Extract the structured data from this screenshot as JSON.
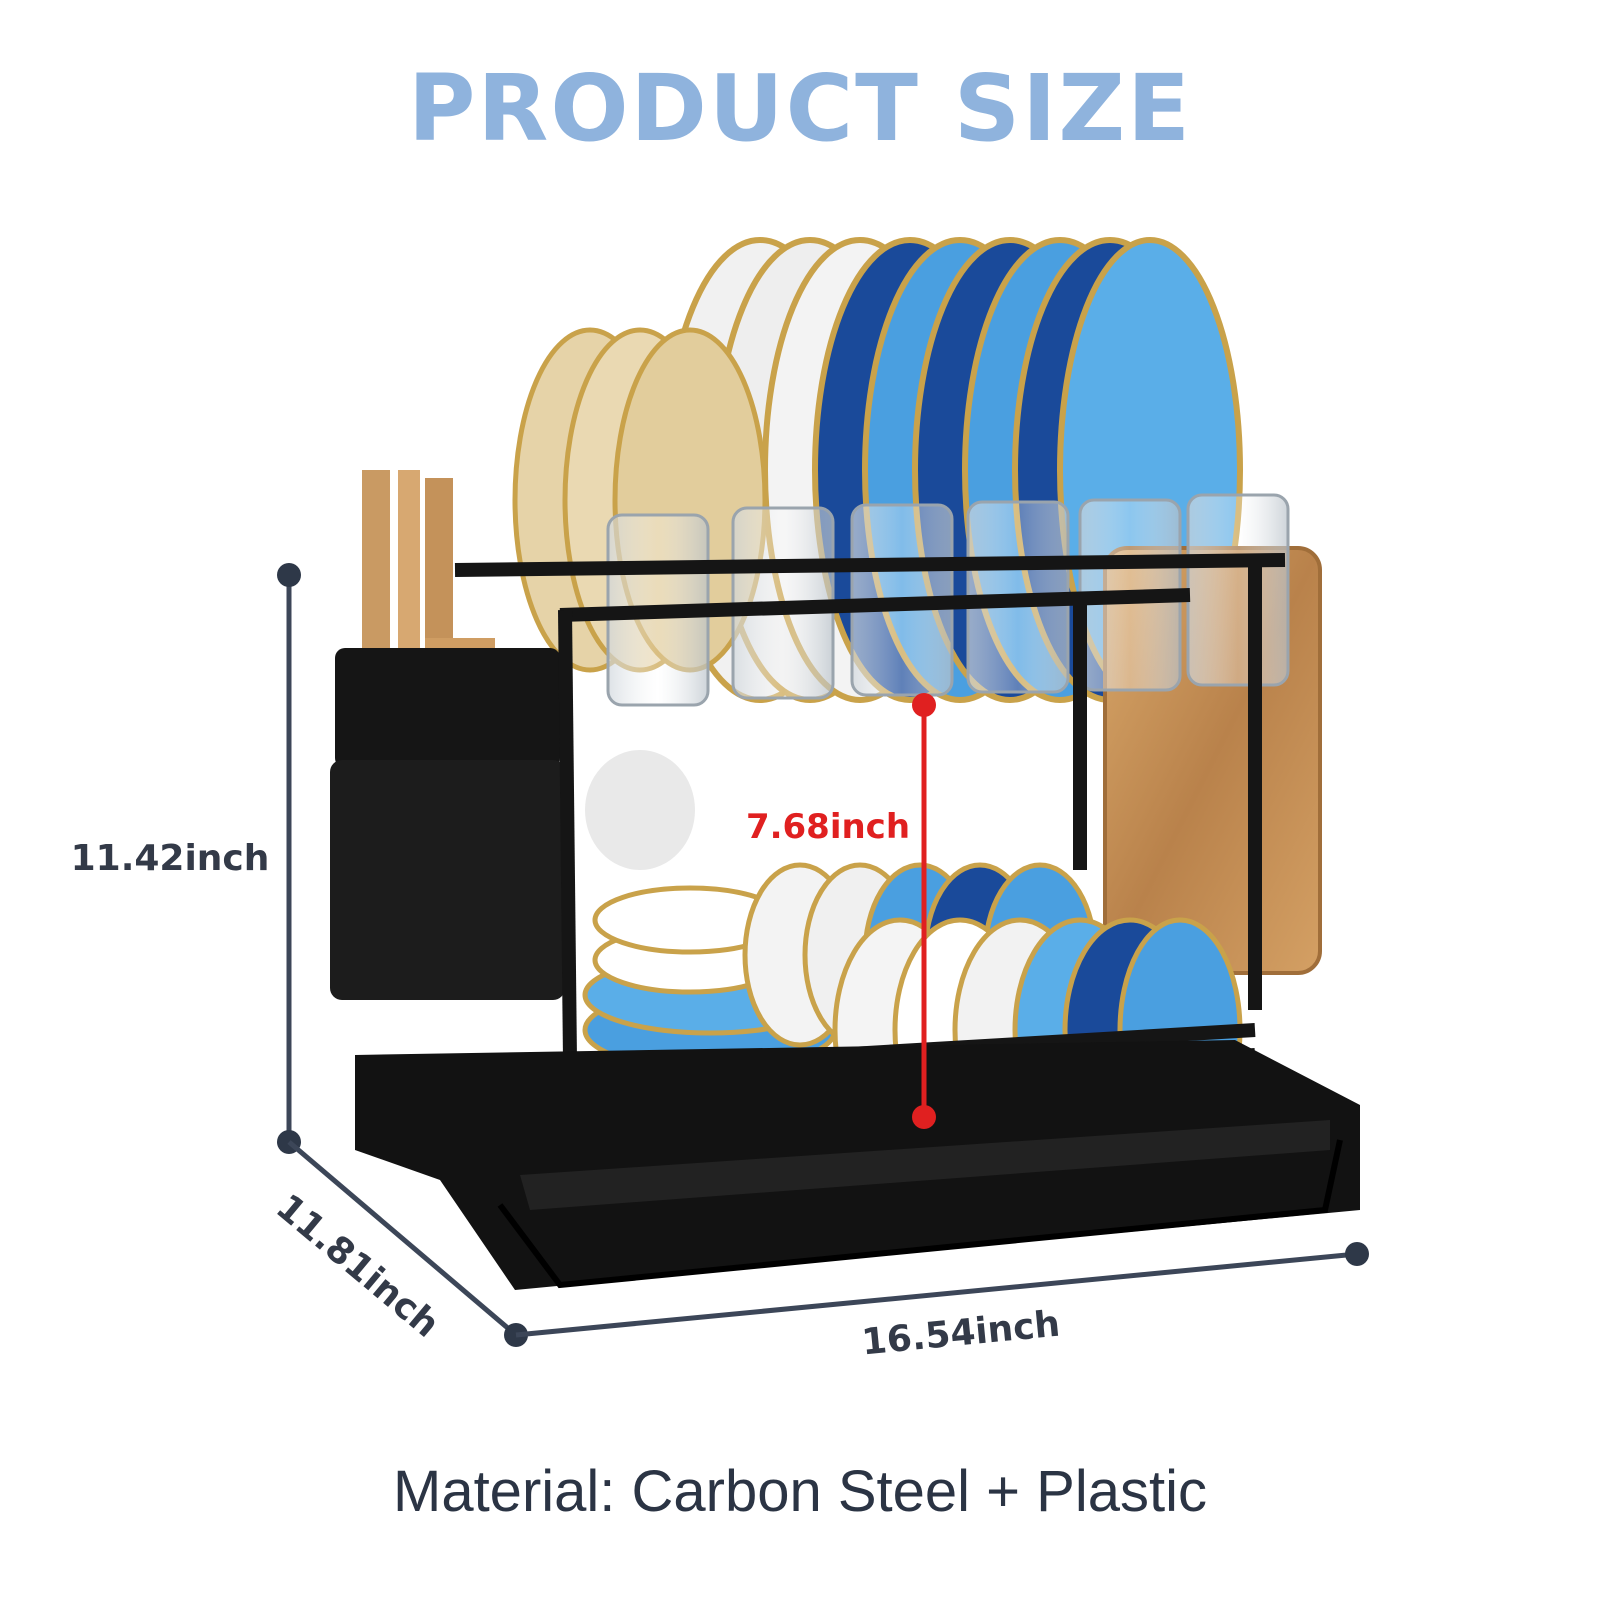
{
  "title": "PRODUCT SIZE",
  "dimensions": {
    "height": "11.42inch",
    "inner_height": "7.68inch",
    "depth": "11.81inch",
    "width": "16.54inch"
  },
  "material": "Material: Carbon Steel + Plastic",
  "colors": {
    "title": "#8fb3dd",
    "dimension_line": "#3c4658",
    "inner_dimension": "#e02020",
    "rack": "#151515",
    "plate_blue": "#4a9fe0",
    "plate_navy": "#1a4a9a",
    "plate_white": "#f1f1f1",
    "plate_cream": "#e6d3a8",
    "gold_rim": "#c9a24a",
    "cutting_board": "#c8945a"
  }
}
